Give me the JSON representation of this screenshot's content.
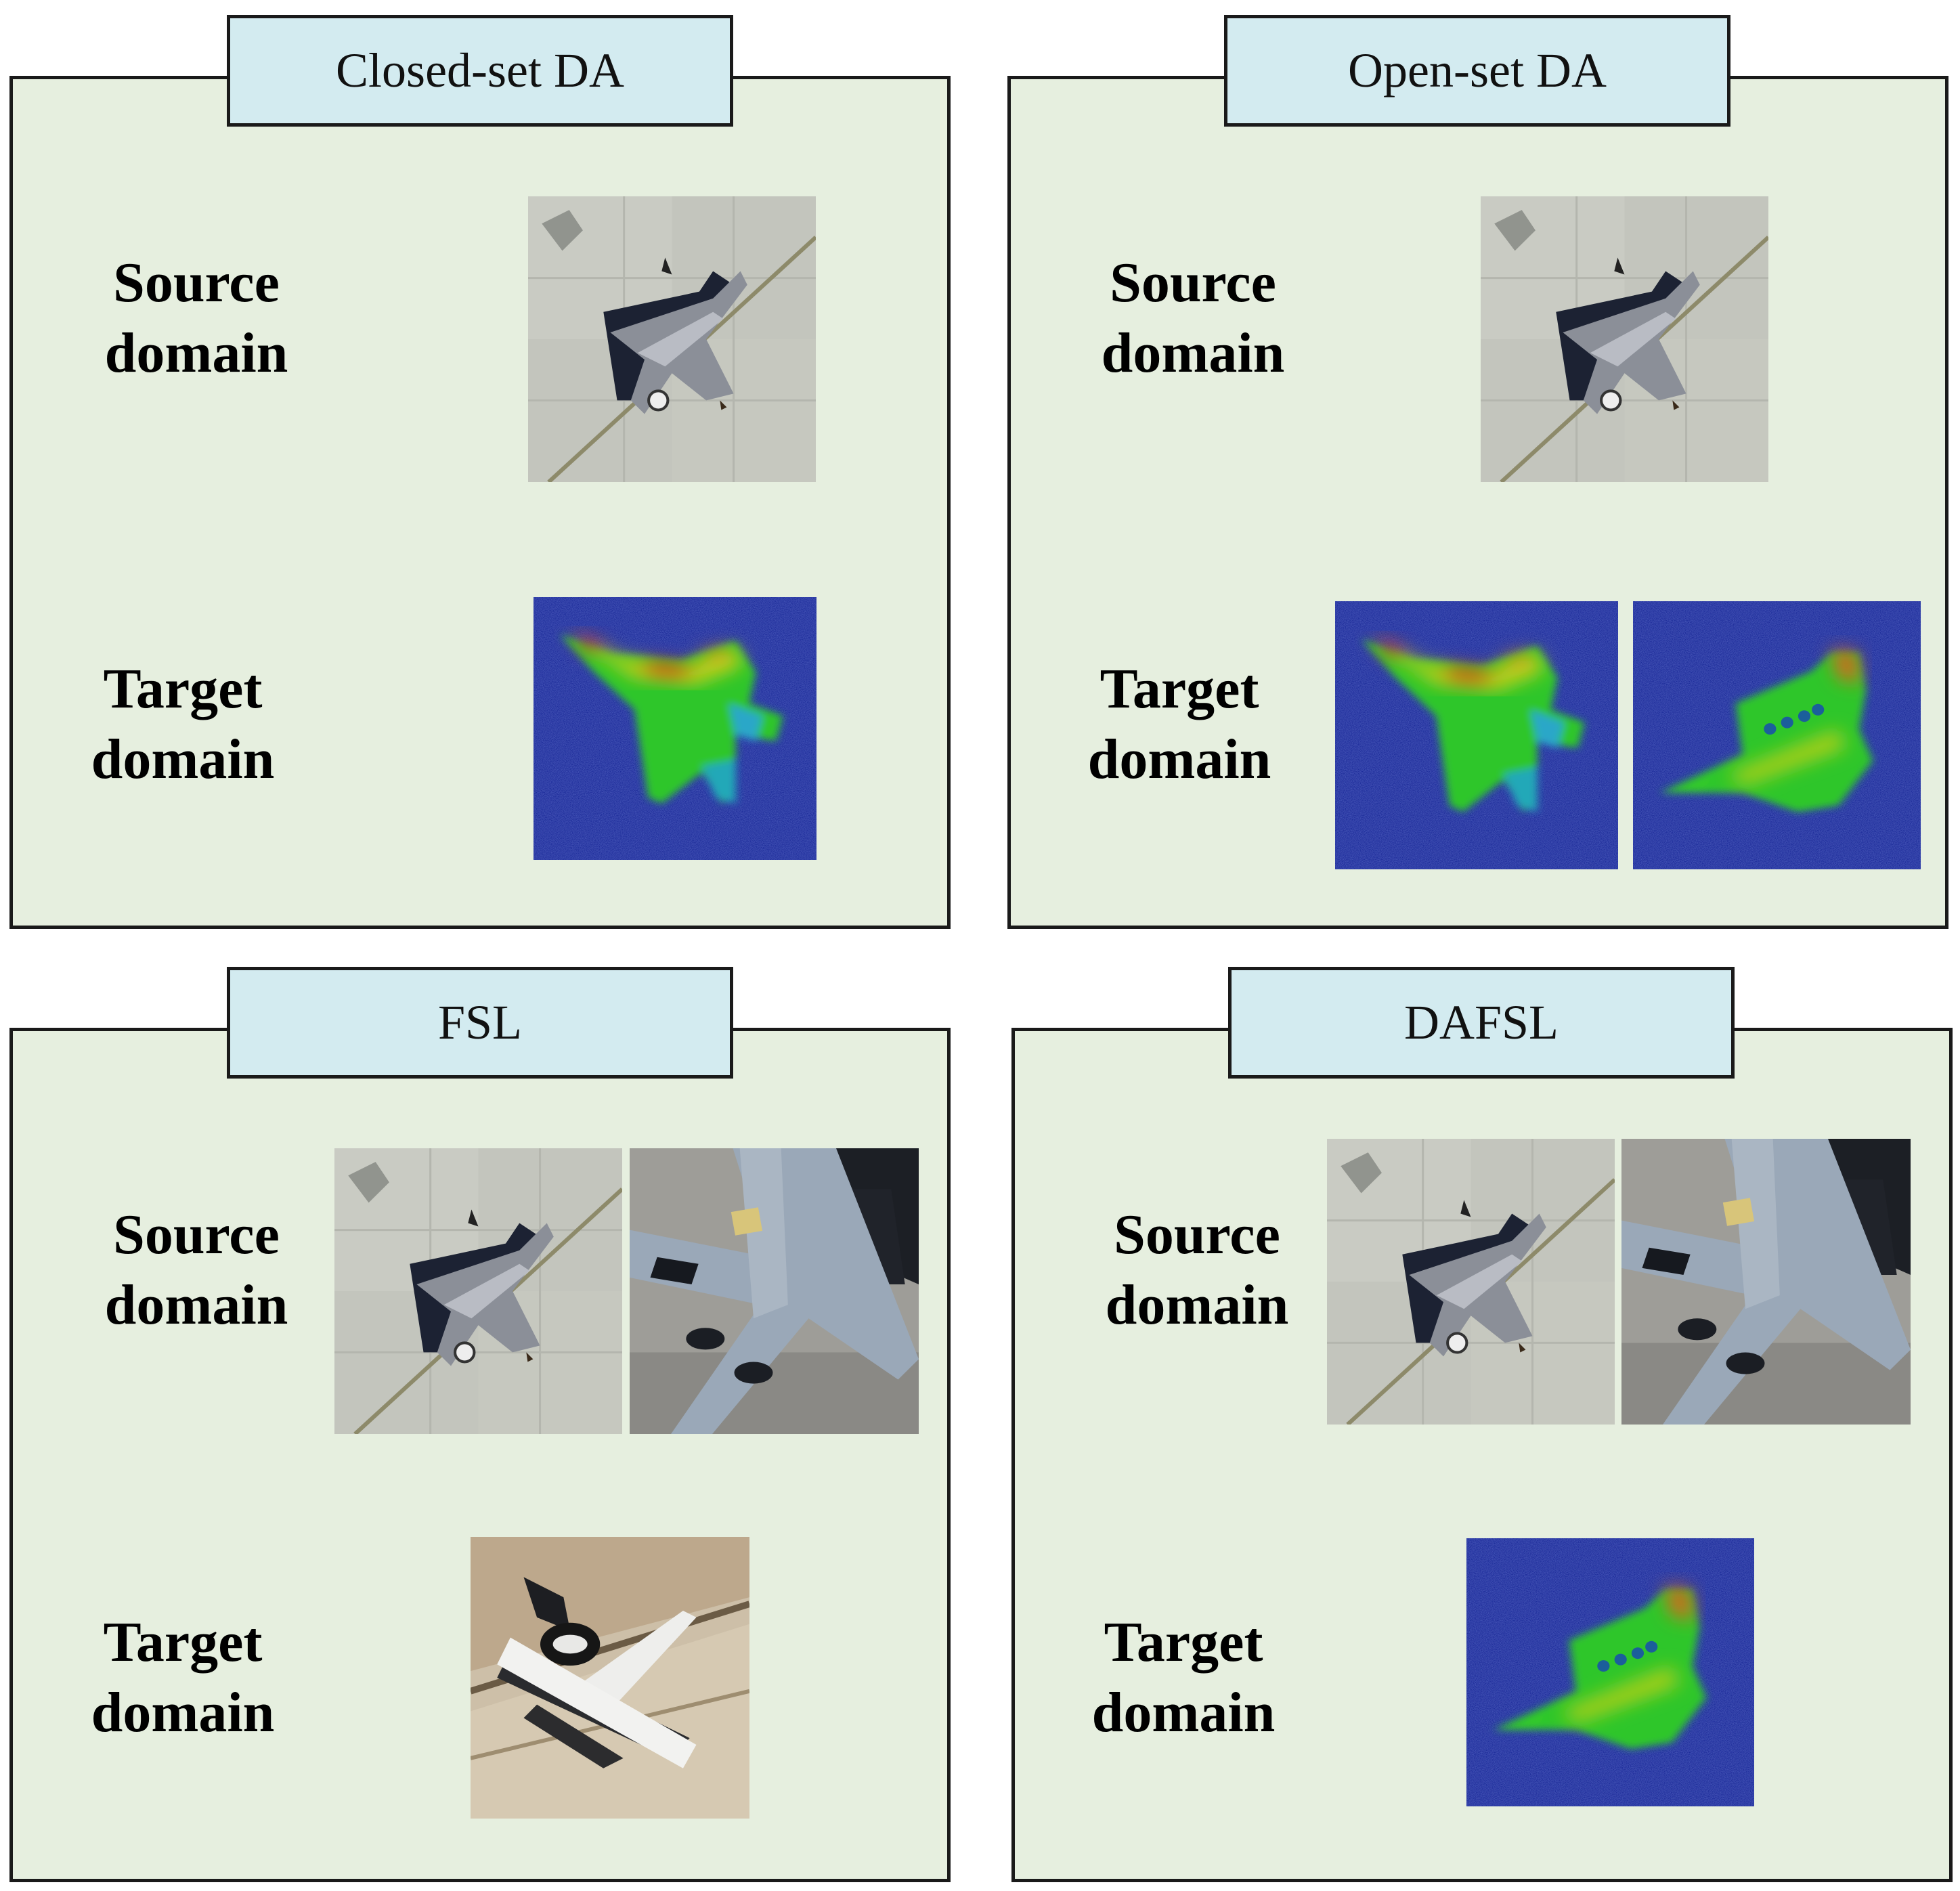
{
  "panels": {
    "closed_set": {
      "title": "Closed-set DA",
      "source_label": [
        "Source",
        "domain"
      ],
      "target_label": [
        "Target",
        "domain"
      ]
    },
    "open_set": {
      "title": "Open-set DA",
      "source_label": [
        "Source",
        "domain"
      ],
      "target_label": [
        "Target",
        "domain"
      ]
    },
    "fsl": {
      "title": "FSL",
      "source_label": [
        "Source",
        "domain"
      ],
      "target_label": [
        "Target",
        "domain"
      ]
    },
    "dafsl": {
      "title": "DAFSL",
      "source_label": [
        "Source",
        "domain"
      ],
      "target_label": [
        "Target",
        "domain"
      ]
    }
  },
  "colors": {
    "panel_bg": "#e6efdf",
    "title_bg": "#d3ebf0",
    "sar_bg": "#131c78",
    "tarmac": "#bdbfb8"
  },
  "icons": [
    "optical-fighter-jet-image",
    "optical-transport-plane-image",
    "optical-awacs-plane-image",
    "sar-heatmap-jet-image",
    "sar-heatmap-aircraft-image"
  ]
}
